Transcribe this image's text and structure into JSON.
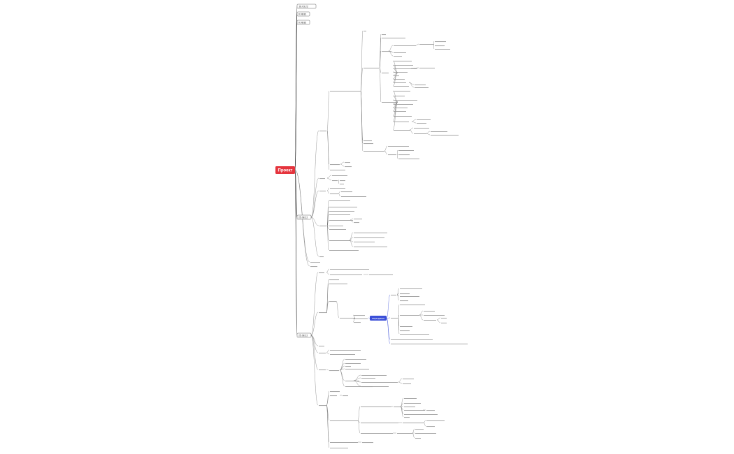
{
  "root": {
    "label": "Проект"
  },
  "dates": [
    {
      "label": "26.03.22"
    },
    {
      "label": "0.08.81"
    },
    {
      "label": "0.08.82"
    },
    {
      "label": "25.08.22"
    },
    {
      "label": "25.08.22"
    }
  ],
  "highlight": {
    "label": "сборка данных"
  },
  "colors": {
    "root": "#e5343d",
    "highlight": "#3b4fd8",
    "edge": "#333333"
  }
}
